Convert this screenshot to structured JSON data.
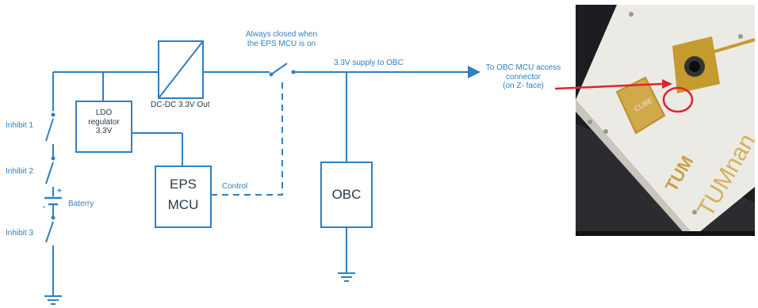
{
  "labels": {
    "switch_note_line1": "Always closed when",
    "switch_note_line2": "the EPS MCU is on",
    "supply": "3.3V supply to OBC",
    "access_line1": "To OBC MCU access",
    "access_line2": "connector",
    "access_line3": "(on Z- face)",
    "dcdc": "DC-DC 3.3V Out",
    "ldo_line1": "LDO",
    "ldo_line2": "regulator",
    "ldo_line3": "3.3V",
    "eps_line1": "EPS",
    "eps_line2": "MCU",
    "control": "Control",
    "obc": "OBC",
    "inhibit1": "Inhibit 1",
    "inhibit2": "Inhibit 2",
    "inhibit3": "Inhibit 3",
    "battery": "Baterry",
    "battery_plus": "+",
    "battery_minus": "-"
  },
  "colors": {
    "wire": "#2f7fc2",
    "arrow": "#2f7fc2",
    "highlight": "#e0242b",
    "text": "#2f7fc2"
  },
  "photo": {
    "description_icon": "satellite-photo",
    "brand_text": "TUMnan"
  }
}
